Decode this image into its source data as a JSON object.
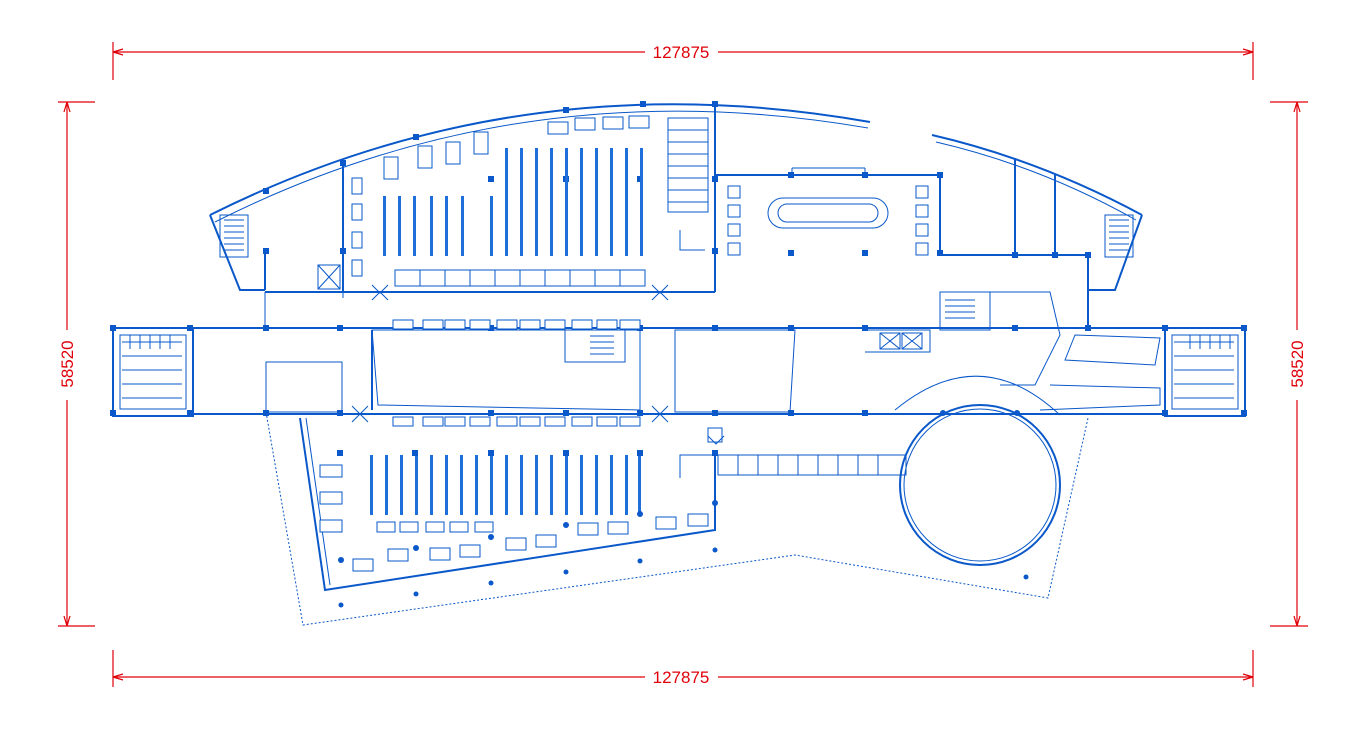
{
  "dimensions": {
    "top_width": "127875",
    "bottom_width": "127875",
    "left_height": "58520",
    "right_height": "58520"
  },
  "colors": {
    "dimension": "#e0000a",
    "plan": "#0a58c9",
    "background": "#ffffff"
  }
}
